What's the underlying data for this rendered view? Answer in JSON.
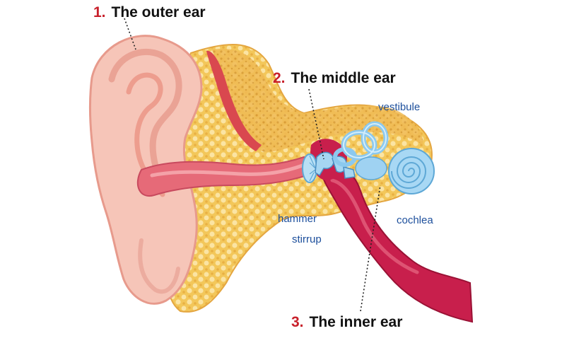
{
  "headings": {
    "outer": {
      "number": "1.",
      "text": "The outer ear"
    },
    "middle": {
      "number": "2.",
      "text": "The middle ear"
    },
    "inner": {
      "number": "3.",
      "text": "The inner ear"
    }
  },
  "parts": {
    "vestibule": "vestibule",
    "hammer": "hammer",
    "stirrup": "stirrup",
    "cochlea": "cochlea"
  },
  "colors": {
    "number": "#c8202b",
    "part_label": "#1d4f9c",
    "skin": "#f6c5b8",
    "skin_dark": "#e79a8c",
    "fat": "#f3c75a",
    "canal": "#e66a78",
    "tube": "#c81f4c",
    "inner_ear": "#9fd2f2"
  }
}
